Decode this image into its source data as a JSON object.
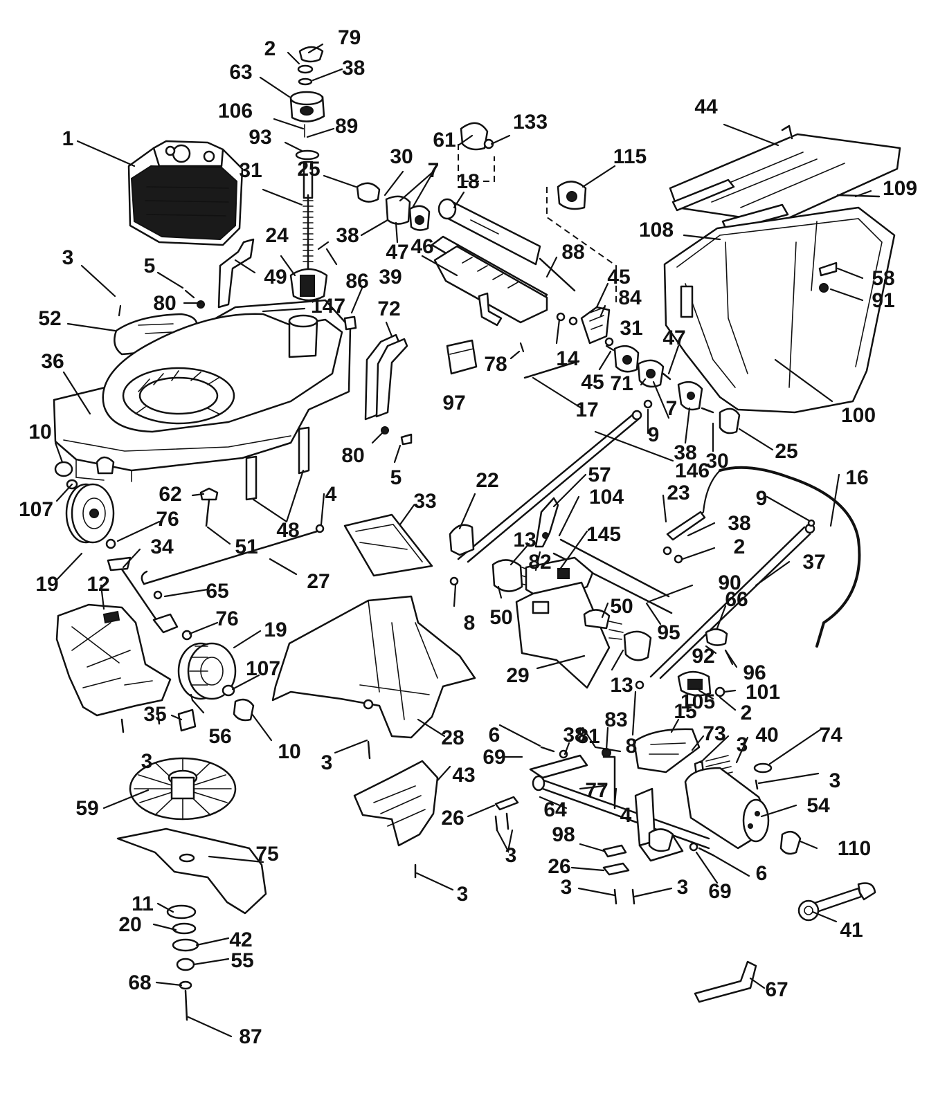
{
  "callouts": [
    {
      "id": "c79",
      "text": "79"
    },
    {
      "id": "c2a",
      "text": "2"
    },
    {
      "id": "c38a",
      "text": "38"
    },
    {
      "id": "c63",
      "text": "63"
    },
    {
      "id": "c106",
      "text": "106"
    },
    {
      "id": "c89",
      "text": "89"
    },
    {
      "id": "c93",
      "text": "93"
    },
    {
      "id": "c1",
      "text": "1"
    },
    {
      "id": "c25a",
      "text": "25"
    },
    {
      "id": "c31a",
      "text": "31"
    },
    {
      "id": "c30a",
      "text": "30"
    },
    {
      "id": "c7a",
      "text": "7"
    },
    {
      "id": "c61",
      "text": "61"
    },
    {
      "id": "c133",
      "text": "133"
    },
    {
      "id": "c18",
      "text": "18"
    },
    {
      "id": "c115",
      "text": "115"
    },
    {
      "id": "c44",
      "text": "44"
    },
    {
      "id": "c109",
      "text": "109"
    },
    {
      "id": "c108",
      "text": "108"
    },
    {
      "id": "c38b",
      "text": "38"
    },
    {
      "id": "c47a",
      "text": "47"
    },
    {
      "id": "c46",
      "text": "46"
    },
    {
      "id": "c24",
      "text": "24"
    },
    {
      "id": "c86",
      "text": "86"
    },
    {
      "id": "c88",
      "text": "88"
    },
    {
      "id": "c3a",
      "text": "3"
    },
    {
      "id": "c5a",
      "text": "5"
    },
    {
      "id": "c49",
      "text": "49"
    },
    {
      "id": "c39",
      "text": "39"
    },
    {
      "id": "c80a",
      "text": "80"
    },
    {
      "id": "c147",
      "text": "147"
    },
    {
      "id": "c72",
      "text": "72"
    },
    {
      "id": "c52",
      "text": "52"
    },
    {
      "id": "c45a",
      "text": "45"
    },
    {
      "id": "c84",
      "text": "84"
    },
    {
      "id": "c58",
      "text": "58"
    },
    {
      "id": "c91",
      "text": "91"
    },
    {
      "id": "c36",
      "text": "36"
    },
    {
      "id": "c14",
      "text": "14"
    },
    {
      "id": "c31b",
      "text": "31"
    },
    {
      "id": "c47b",
      "text": "47"
    },
    {
      "id": "c78",
      "text": "78"
    },
    {
      "id": "c45b",
      "text": "45"
    },
    {
      "id": "c71",
      "text": "71"
    },
    {
      "id": "c97",
      "text": "97"
    },
    {
      "id": "c17",
      "text": "17"
    },
    {
      "id": "c7b",
      "text": "7"
    },
    {
      "id": "c100",
      "text": "100"
    },
    {
      "id": "c10a",
      "text": "10"
    },
    {
      "id": "c9a",
      "text": "9"
    },
    {
      "id": "c38c",
      "text": "38"
    },
    {
      "id": "c30b",
      "text": "30"
    },
    {
      "id": "c25b",
      "text": "25"
    },
    {
      "id": "c80b",
      "text": "80"
    },
    {
      "id": "c5b",
      "text": "5"
    },
    {
      "id": "c146",
      "text": "146"
    },
    {
      "id": "c22",
      "text": "22"
    },
    {
      "id": "c57",
      "text": "57"
    },
    {
      "id": "c23",
      "text": "23"
    },
    {
      "id": "c16",
      "text": "16"
    },
    {
      "id": "c107a",
      "text": "107"
    },
    {
      "id": "c62",
      "text": "62"
    },
    {
      "id": "c33",
      "text": "33"
    },
    {
      "id": "c4a",
      "text": "4"
    },
    {
      "id": "c104",
      "text": "104"
    },
    {
      "id": "c9b",
      "text": "9"
    },
    {
      "id": "c76a",
      "text": "76"
    },
    {
      "id": "c48",
      "text": "48"
    },
    {
      "id": "c145",
      "text": "145"
    },
    {
      "id": "c38d",
      "text": "38"
    },
    {
      "id": "c51",
      "text": "51"
    },
    {
      "id": "c13a",
      "text": "13"
    },
    {
      "id": "c2b",
      "text": "2"
    },
    {
      "id": "c34",
      "text": "34"
    },
    {
      "id": "c82",
      "text": "82"
    },
    {
      "id": "c37",
      "text": "37"
    },
    {
      "id": "c19a",
      "text": "19"
    },
    {
      "id": "c27",
      "text": "27"
    },
    {
      "id": "c12",
      "text": "12"
    },
    {
      "id": "c65",
      "text": "65"
    },
    {
      "id": "c90",
      "text": "90"
    },
    {
      "id": "c50a",
      "text": "50"
    },
    {
      "id": "c66",
      "text": "66"
    },
    {
      "id": "c8a",
      "text": "8"
    },
    {
      "id": "c50b",
      "text": "50"
    },
    {
      "id": "c76b",
      "text": "76"
    },
    {
      "id": "c95",
      "text": "95"
    },
    {
      "id": "c19b",
      "text": "19"
    },
    {
      "id": "c92",
      "text": "92"
    },
    {
      "id": "c96",
      "text": "96"
    },
    {
      "id": "c29",
      "text": "29"
    },
    {
      "id": "c13b",
      "text": "13"
    },
    {
      "id": "c107b",
      "text": "107"
    },
    {
      "id": "c101",
      "text": "101"
    },
    {
      "id": "c105",
      "text": "105"
    },
    {
      "id": "c2c",
      "text": "2"
    },
    {
      "id": "c35",
      "text": "35"
    },
    {
      "id": "c56",
      "text": "56"
    },
    {
      "id": "c10b",
      "text": "10"
    },
    {
      "id": "c38e",
      "text": "38"
    },
    {
      "id": "c83",
      "text": "83"
    },
    {
      "id": "c15",
      "text": "15"
    },
    {
      "id": "c3b",
      "text": "3"
    },
    {
      "id": "c28",
      "text": "28"
    },
    {
      "id": "c6a",
      "text": "6"
    },
    {
      "id": "c8b",
      "text": "8"
    },
    {
      "id": "c81",
      "text": "81"
    },
    {
      "id": "c73",
      "text": "73"
    },
    {
      "id": "c3c",
      "text": "3"
    },
    {
      "id": "c40",
      "text": "40"
    },
    {
      "id": "c74",
      "text": "74"
    },
    {
      "id": "c69a",
      "text": "69"
    },
    {
      "id": "c3d",
      "text": "3"
    },
    {
      "id": "c43",
      "text": "43"
    },
    {
      "id": "c3e",
      "text": "3"
    },
    {
      "id": "c77",
      "text": "77"
    },
    {
      "id": "c59",
      "text": "59"
    },
    {
      "id": "c26a",
      "text": "26"
    },
    {
      "id": "c64",
      "text": "64"
    },
    {
      "id": "c4b",
      "text": "4"
    },
    {
      "id": "c54",
      "text": "54"
    },
    {
      "id": "c110",
      "text": "110"
    },
    {
      "id": "c98",
      "text": "98"
    },
    {
      "id": "c3f",
      "text": "3"
    },
    {
      "id": "c75",
      "text": "75"
    },
    {
      "id": "c26b",
      "text": "26"
    },
    {
      "id": "c6b",
      "text": "6"
    },
    {
      "id": "c3g",
      "text": "3"
    },
    {
      "id": "c3h",
      "text": "3"
    },
    {
      "id": "c69b",
      "text": "69"
    },
    {
      "id": "c3i",
      "text": "3"
    },
    {
      "id": "c11",
      "text": "11"
    },
    {
      "id": "c41",
      "text": "41"
    },
    {
      "id": "c20",
      "text": "20"
    },
    {
      "id": "c42",
      "text": "42"
    },
    {
      "id": "c55",
      "text": "55"
    },
    {
      "id": "c68",
      "text": "68"
    },
    {
      "id": "c67",
      "text": "67"
    },
    {
      "id": "c87",
      "text": "87"
    }
  ]
}
